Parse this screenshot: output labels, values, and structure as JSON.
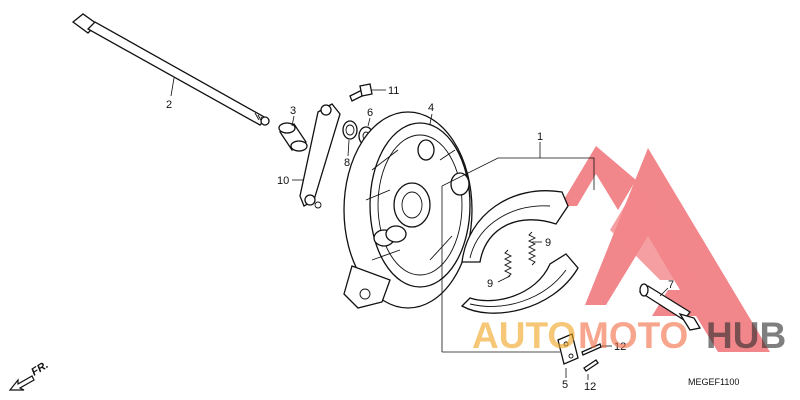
{
  "diagram": {
    "part_labels": {
      "p1": "1",
      "p2": "2",
      "p3": "3",
      "p4": "4",
      "p5": "5",
      "p6": "6",
      "p7": "7",
      "p8": "8",
      "p9a": "9",
      "p9b": "9",
      "p10": "10",
      "p11": "11",
      "p12a": "12",
      "p12b": "12"
    },
    "direction_label": "FR.",
    "diagram_code": "MEGEF1100"
  },
  "watermark": {
    "word_auto": "AUTO",
    "word_moto": "MOTO",
    "word_hub": "HUB",
    "colors": {
      "triangle": "#e8262d",
      "auto": "#f0a21c",
      "moto": "#f26b43",
      "hub": "#2b2b2b"
    }
  }
}
